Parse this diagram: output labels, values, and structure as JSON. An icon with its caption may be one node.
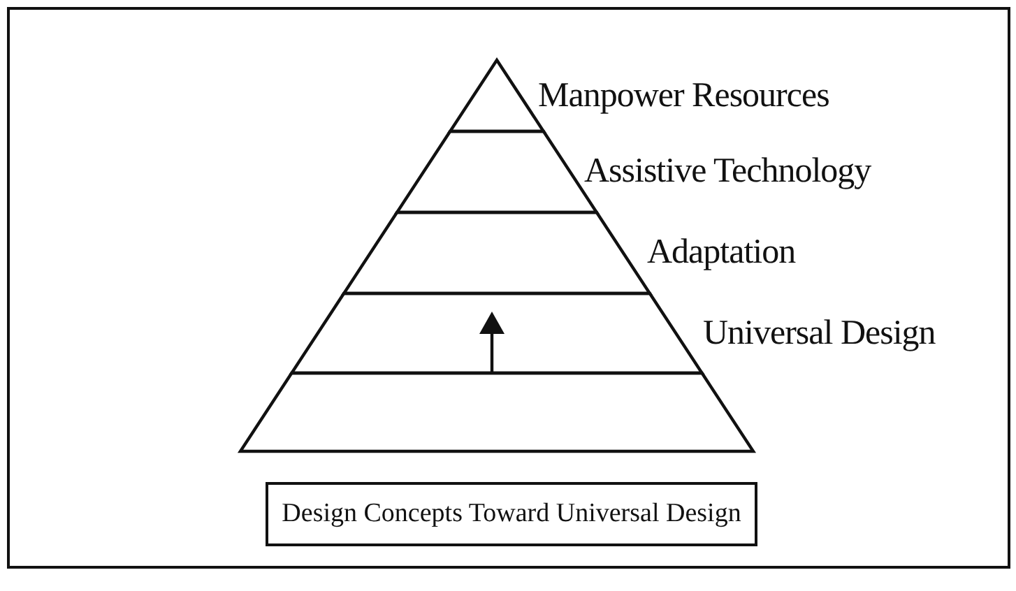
{
  "diagram": {
    "nodes": [
      {
        "text": [
          "Manpower Resources"
        ]
      },
      {
        "text": [
          "Assistive Technology"
        ]
      },
      {
        "text": [
          "Adaptation"
        ]
      },
      {
        "text": [
          "Universal Design"
        ]
      },
      {
        "text": [],
        "shape": "trapezoid"
      },
      {
        "text": [
          "Design Concepts Toward Universal Design"
        ]
      }
    ],
    "edges": []
  }
}
